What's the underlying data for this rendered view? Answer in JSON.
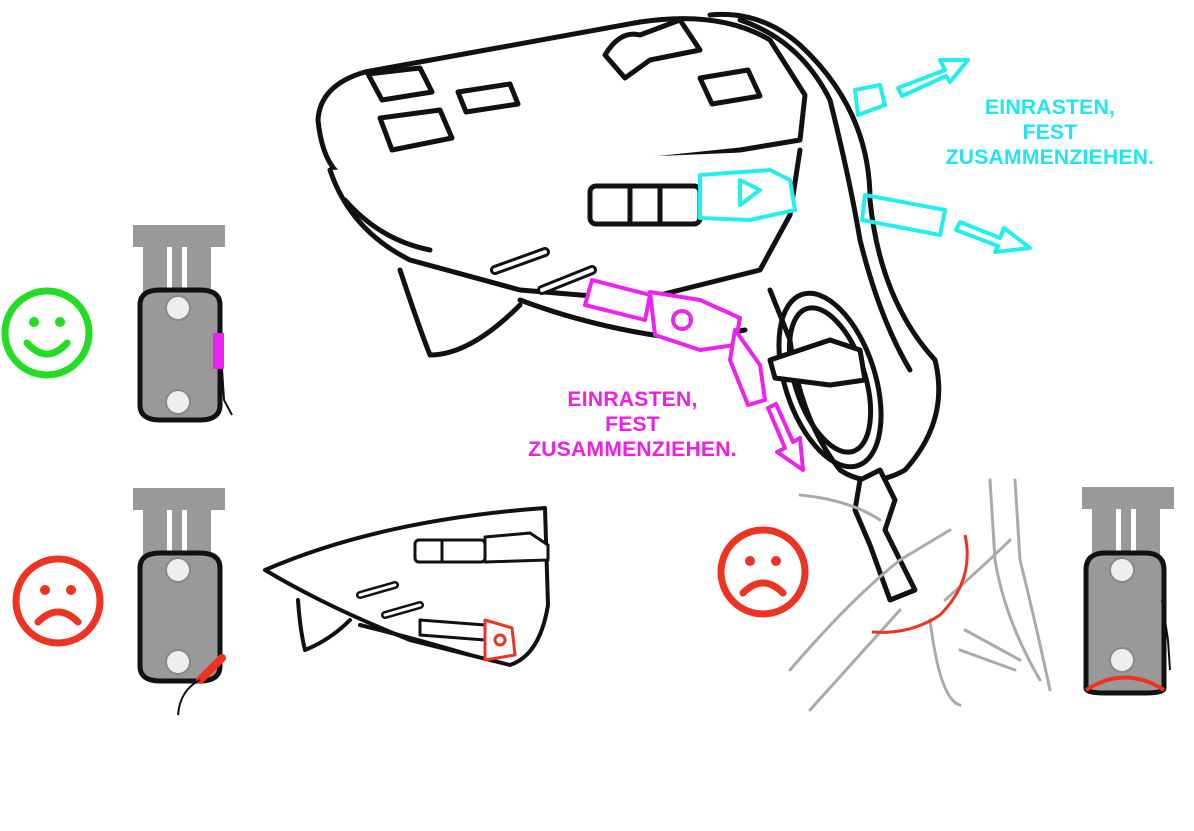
{
  "instructions": {
    "cyan_label": {
      "lines": [
        "EINRASTEN,",
        "FEST",
        "ZUSAMMENZIEHEN."
      ],
      "color": "#1ee6ee"
    },
    "magenta_label": {
      "lines": [
        "EINRASTEN,",
        "FEST",
        "ZUSAMMENZIEHEN."
      ],
      "color": "#ee1ee6"
    }
  },
  "colors": {
    "correct": "#22dd22",
    "wrong": "#ee3322",
    "outline": "#111111",
    "seatpost_gray": "#999999",
    "frame_gray": "#aaaaaa",
    "strap_magenta": "#ee22ee",
    "strap_cyan": "#22eeee"
  },
  "icons": [
    "happy-face-icon",
    "sad-face-icon",
    "sad-face-icon"
  ]
}
